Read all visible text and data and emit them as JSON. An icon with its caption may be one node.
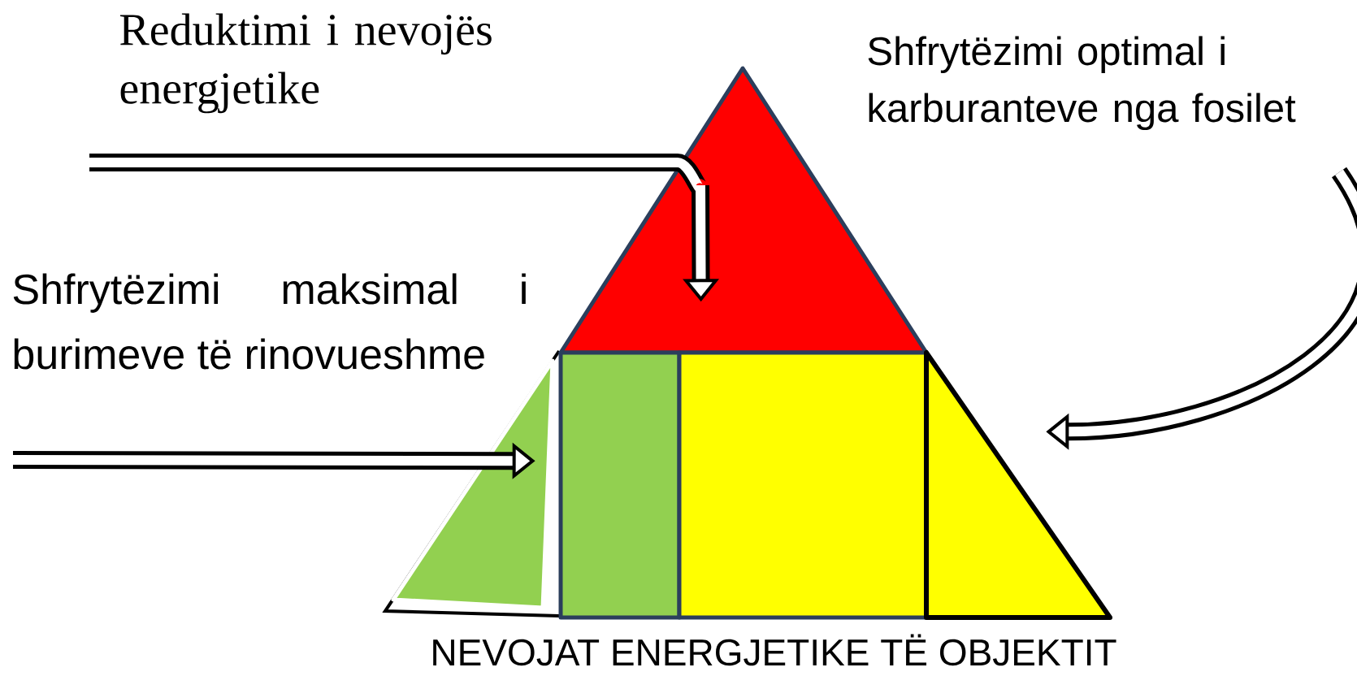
{
  "diagram": {
    "caption": "NEVOJAT ENERGJETIKE TË OBJEKTIT",
    "nodes": [
      {
        "text": [],
        "shape": "triangle"
      },
      {
        "text": [],
        "shape": "triangle"
      },
      {
        "text": [],
        "shape": "box"
      },
      {
        "text": [],
        "shape": "box"
      },
      {
        "text": [],
        "shape": "triangle"
      }
    ],
    "edges": [
      {
        "from": null,
        "to": 0,
        "arrow": "to"
      },
      {
        "from": null,
        "to": 1,
        "arrow": "to"
      },
      {
        "from": null,
        "to": 4,
        "arrow": "to"
      }
    ],
    "labels": [
      "Reduktimi i nevojës energjetike",
      "Shfrytëzimi maksimal i burimeve të rinovueshme",
      "Shfrytëzimi optimal i karburanteve nga fosilet"
    ]
  }
}
